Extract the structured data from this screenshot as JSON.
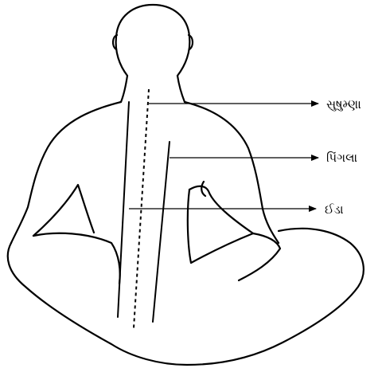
{
  "labels": {
    "top": "સુષુમ્ણા",
    "middle": "પિંગલા",
    "bottom": "ઈડા"
  },
  "colors": {
    "ink": "#000000",
    "background": "#ffffff"
  }
}
